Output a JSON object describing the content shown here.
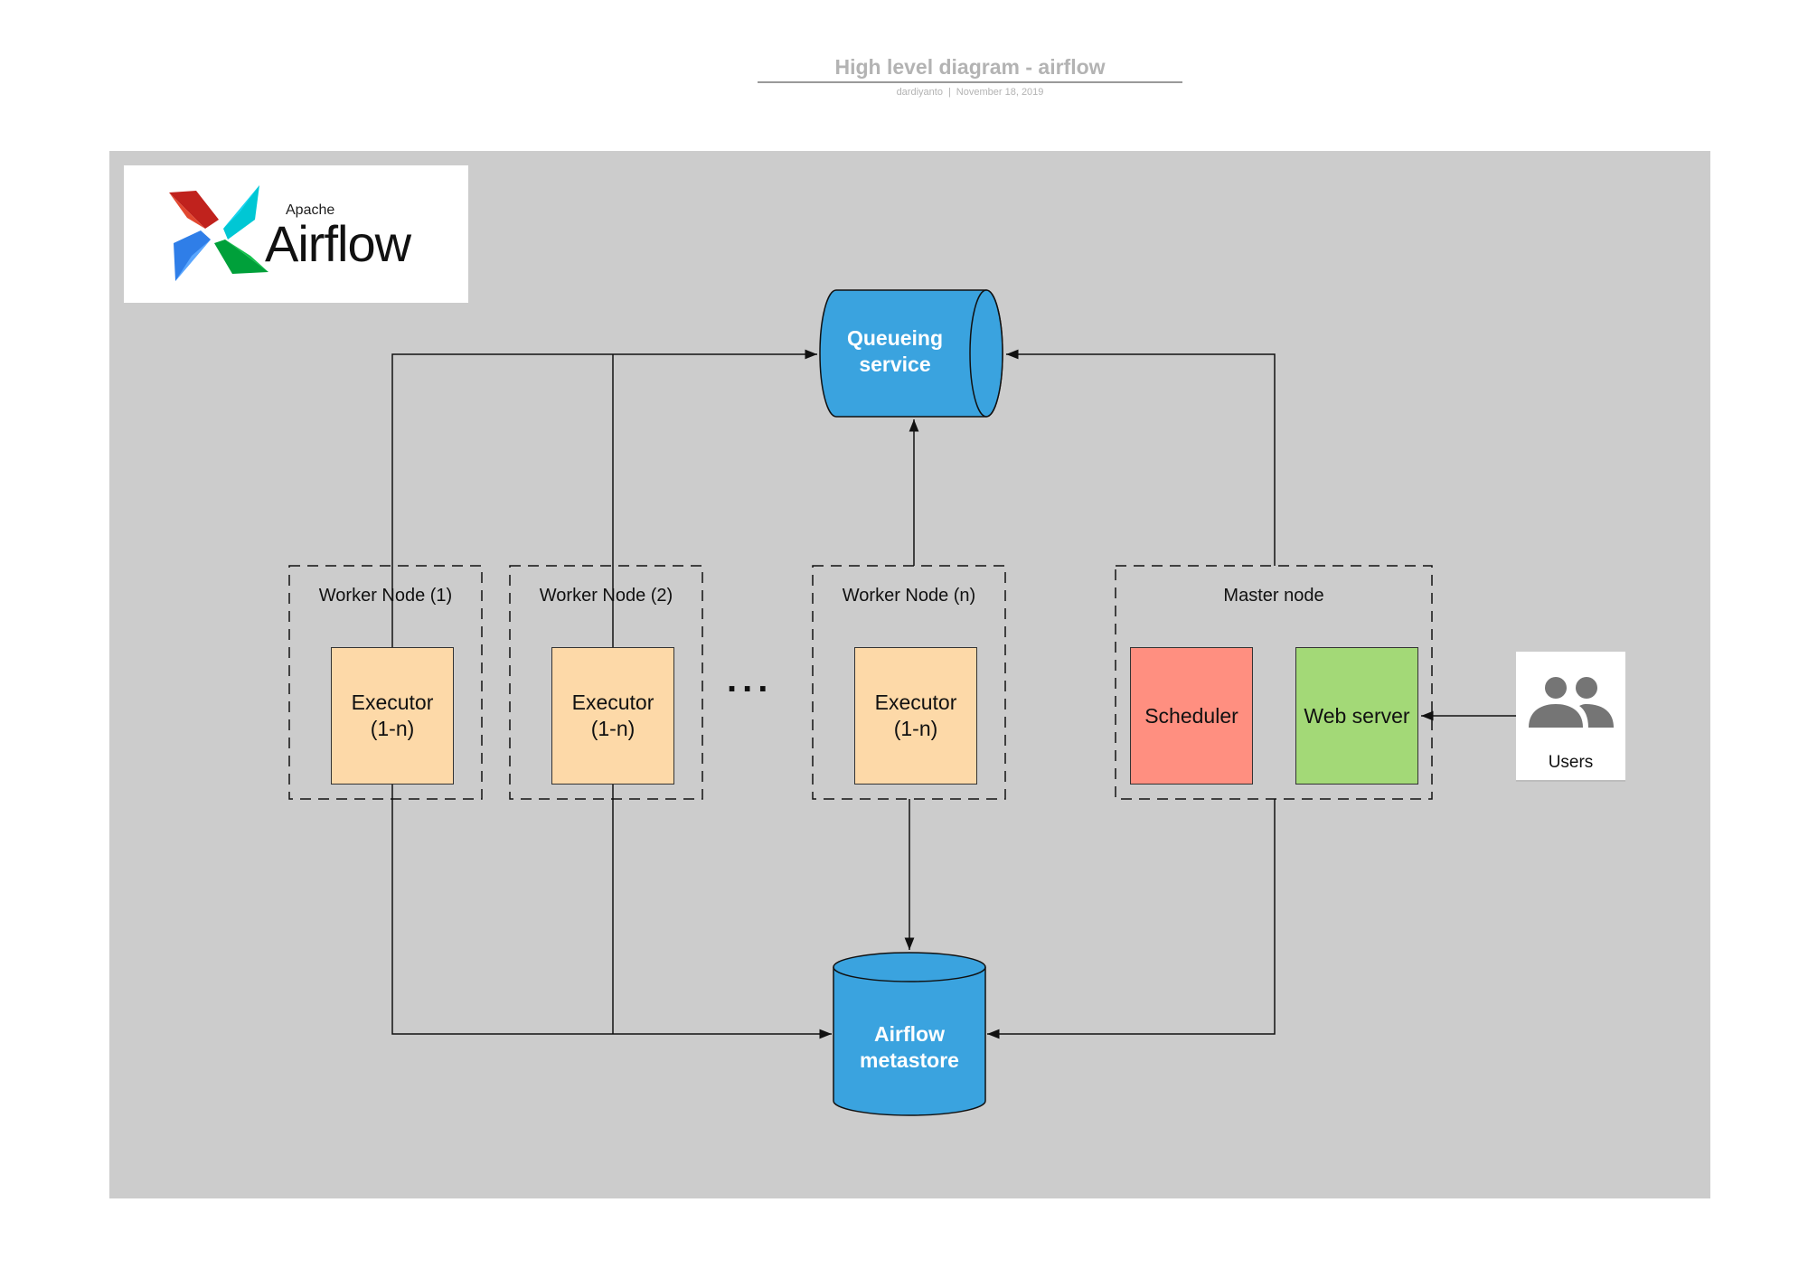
{
  "header": {
    "title": "High level diagram - airflow",
    "author": "dardiyanto",
    "separator": "|",
    "date": "November 18, 2019"
  },
  "logo": {
    "apache": "Apache",
    "wordmark": "Airflow"
  },
  "queue": {
    "label": "Queueing\nservice",
    "color": "#3aa3df"
  },
  "metastore": {
    "label": "Airflow\nmetastore",
    "color": "#3aa3df"
  },
  "worker_nodes": [
    {
      "label": "Worker Node (1)",
      "executor": "Executor\n(1-n)"
    },
    {
      "label": "Worker Node (2)",
      "executor": "Executor\n(1-n)"
    },
    {
      "label": "Worker Node (n)",
      "executor": "Executor\n(1-n)"
    }
  ],
  "ellipsis": "...",
  "master_node": {
    "label": "Master node",
    "scheduler": "Scheduler",
    "scheduler_color": "#ff8f80",
    "web_server": "Web server",
    "web_server_color": "#a3d977"
  },
  "executor_color": "#fdd9a8",
  "users": {
    "label": "Users",
    "icon": "users-icon"
  }
}
